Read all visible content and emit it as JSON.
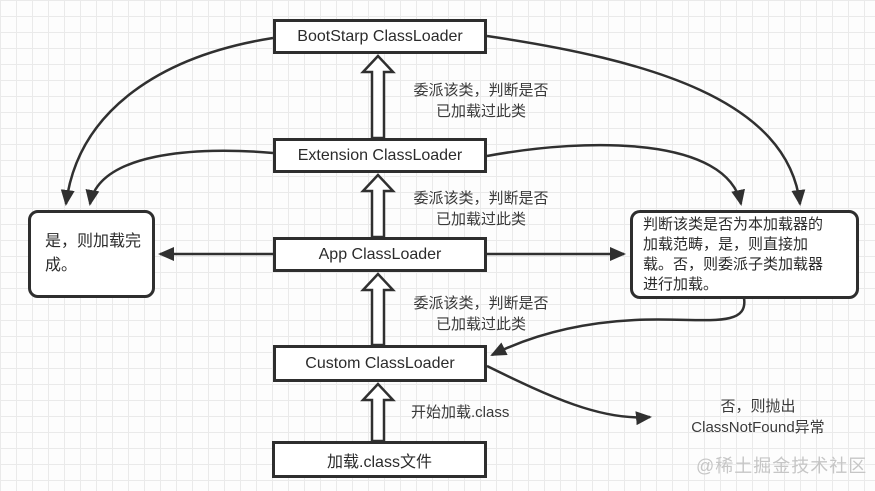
{
  "diagram": {
    "title_hint": "ClassLoader parent delegation flow",
    "colors": {
      "line": "#303030",
      "box_border": "#2e2e2e",
      "box_background": "#ffffff",
      "box_text": "#2b2b2b",
      "label_text": "#3a3a3a",
      "watermark_text": "#c6c6c6",
      "grid_line": "#eaeaea",
      "background": "#fdfdfd"
    },
    "nodes": {
      "bootstrap": {
        "label": "BootStarp ClassLoader"
      },
      "extension": {
        "label": "Extension ClassLoader"
      },
      "app": {
        "label": "App ClassLoader"
      },
      "custom": {
        "label": "Custom ClassLoader"
      },
      "load_file": {
        "label": "加载.class文件"
      },
      "load_done": {
        "label": "是，则加载完\n成。"
      },
      "judge": {
        "label": "判断该类是否为本加载器的\n加载范畴，是，则直接加\n载。否，则委派子类加载器\n进行加载。"
      }
    },
    "edge_labels": {
      "delegate_to_bootstrap": "委派该类，判断是否\n已加载过此类",
      "delegate_to_extension": "委派该类，判断是否\n已加载过此类",
      "delegate_to_app": "委派该类，判断是否\n已加载过此类",
      "start_load": "开始加载.class",
      "class_not_found": "否，则抛出\nClassNotFound异常"
    },
    "watermark": "@稀土掘金技术社区"
  }
}
